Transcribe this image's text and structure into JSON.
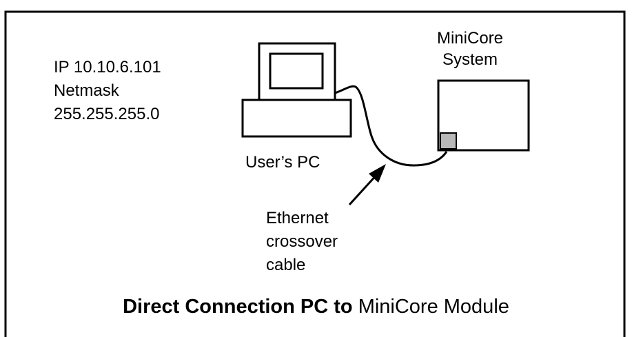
{
  "pc_network": {
    "ip_line": "IP 10.10.6.101",
    "netmask_label": "Netmask",
    "netmask_value": "255.255.255.0"
  },
  "pc": {
    "label": "User’s PC"
  },
  "minicore": {
    "title_line1": "MiniCore",
    "title_line2": "System"
  },
  "cable": {
    "line1": "Ethernet",
    "line2": "crossover",
    "line3": "cable"
  },
  "caption": {
    "bold_part": "Direct Connection PC to",
    "normal_part": "MiniCore Module"
  },
  "colors": {
    "stroke": "#000000",
    "background": "#ffffff",
    "port_fill": "#b8b8b8"
  }
}
